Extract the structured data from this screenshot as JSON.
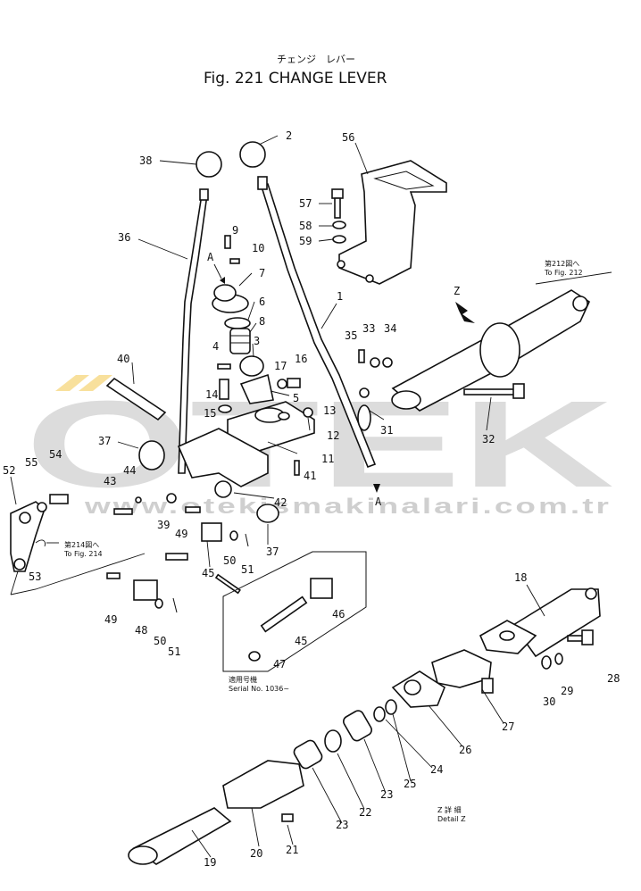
{
  "title": {
    "kana": "チェンジ　レバー",
    "main": "Fig. 221  CHANGE LEVER"
  },
  "watermark": {
    "logo": "OTEK",
    "url": "www.otekismakinalari.com.tr"
  },
  "references": {
    "fig212_jp": "第212図へ",
    "fig212_en": "To Fig. 212",
    "fig214_jp": "第214図へ",
    "fig214_en": "To Fig. 214",
    "serial_jp": "適用号機",
    "serial_en": "Serial No. 1036~",
    "detail_jp": "Z 詳 細",
    "detail_en": "Detail Z"
  },
  "view_markers": {
    "a_top": "A",
    "a_bottom": "A",
    "z": "Z"
  },
  "part_labels": [
    "2",
    "38",
    "56",
    "57",
    "58",
    "59",
    "36",
    "9",
    "10",
    "7",
    "6",
    "8",
    "4",
    "3",
    "1",
    "17",
    "16",
    "14",
    "5",
    "15",
    "13",
    "12",
    "11",
    "40",
    "35",
    "33",
    "34",
    "31",
    "32",
    "37",
    "54",
    "55",
    "52",
    "44",
    "43",
    "39",
    "49",
    "41",
    "42",
    "37",
    "53",
    "45",
    "50",
    "51",
    "46",
    "49",
    "48",
    "50",
    "51",
    "45",
    "47",
    "18",
    "28",
    "29",
    "30",
    "27",
    "26",
    "24",
    "25",
    "23",
    "22",
    "23",
    "21",
    "20",
    "19"
  ]
}
